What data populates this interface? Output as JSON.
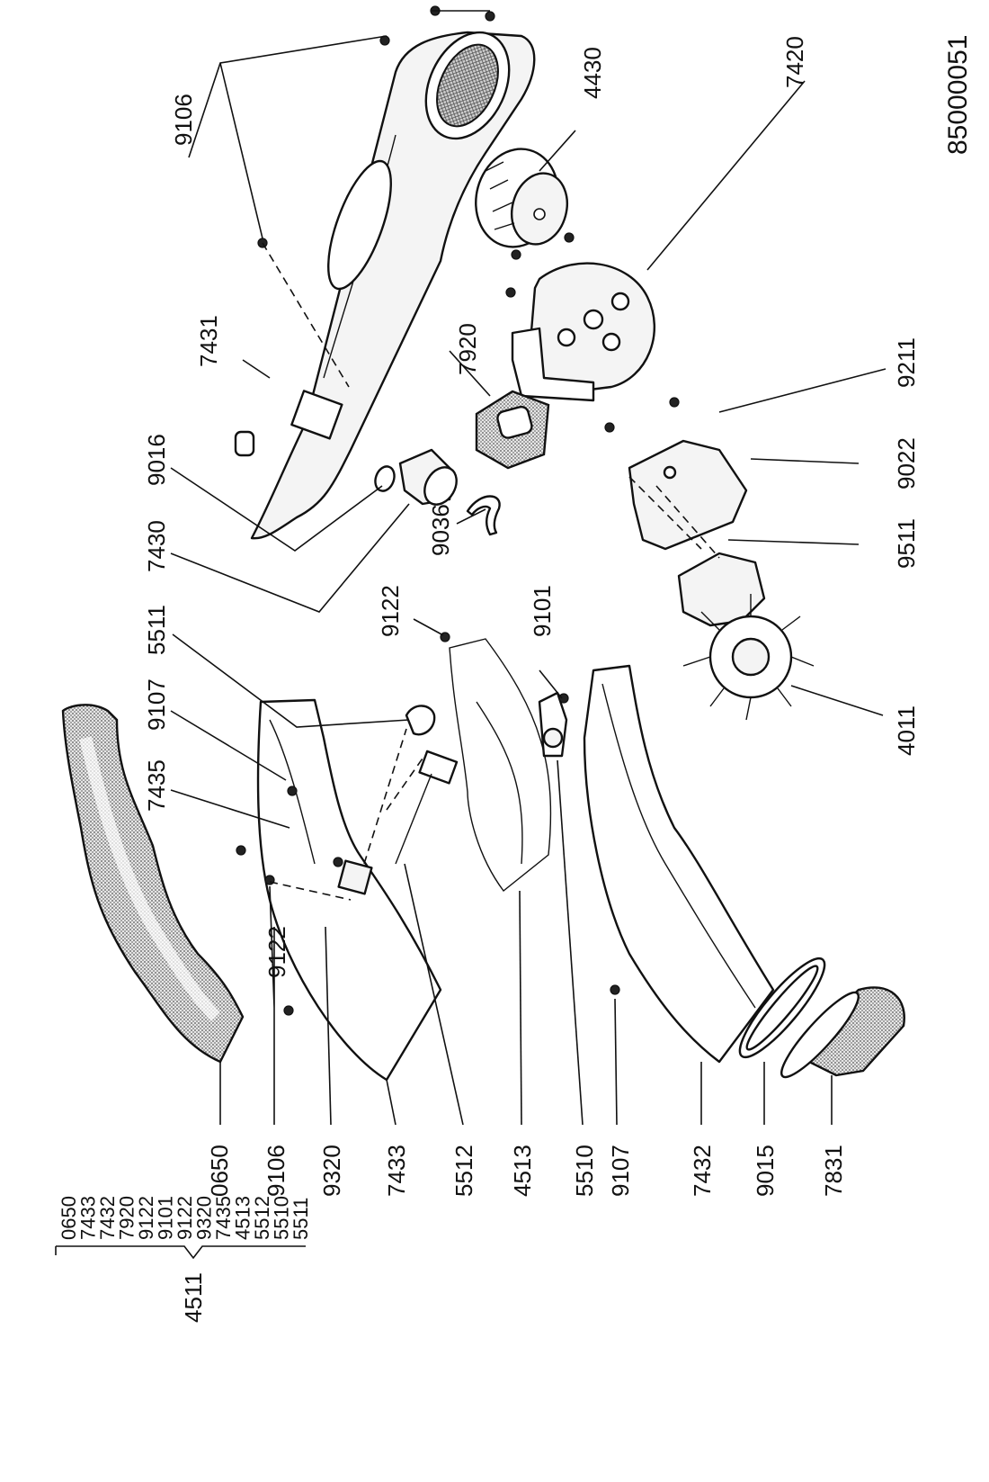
{
  "drawing": {
    "number": "85000051",
    "group_parent": "4511",
    "group_children": [
      "0650",
      "7433",
      "7432",
      "7920",
      "9122",
      "9101",
      "9122",
      "9320",
      "7435",
      "4513",
      "5512",
      "5510",
      "5511"
    ]
  },
  "labels": {
    "l9106_top": "9106",
    "l4430": "4430",
    "l7420": "7420",
    "l7431": "7431",
    "l7920": "7920",
    "l9211": "9211",
    "l9016": "9016",
    "l9022": "9022",
    "l7430": "7430",
    "l9036": "9036",
    "l9511": "9511",
    "l5511": "5511",
    "l9122_top": "9122",
    "l9101": "9101",
    "l9107_top": "9107",
    "l7435": "7435",
    "l4011": "4011",
    "l9122_mid": "9122",
    "l0650": "0650",
    "l9106_bot": "9106",
    "l9320": "9320",
    "l7433": "7433",
    "l5512": "5512",
    "l4513": "4513",
    "l5510": "5510",
    "l9107_bot": "9107",
    "l7432": "7432",
    "l9015": "9015",
    "l7831": "7831"
  }
}
